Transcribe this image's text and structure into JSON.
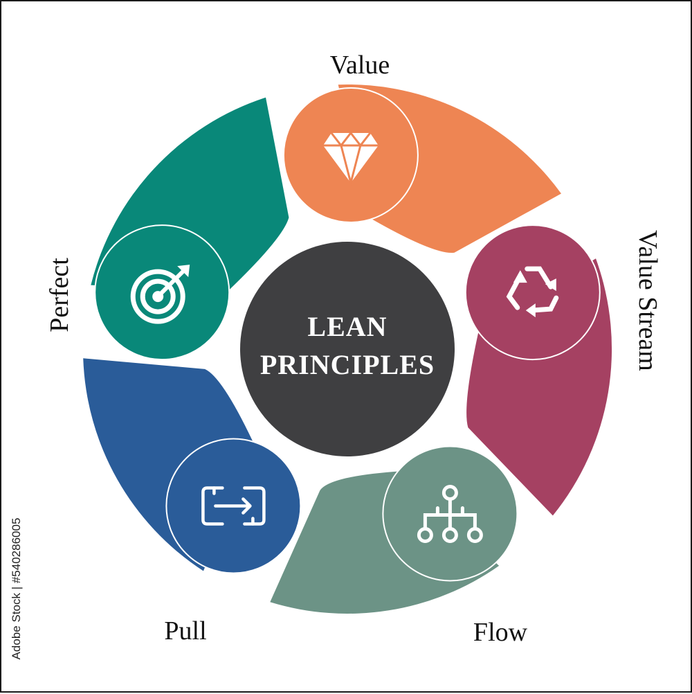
{
  "center": {
    "line1": "LEAN",
    "line2": "PRINCIPLES",
    "color": "#3f3f41"
  },
  "principles": [
    {
      "label": "Value",
      "icon": "diamond-icon",
      "color": "#ee8553"
    },
    {
      "label": "Value Stream",
      "icon": "recycle-icon",
      "color": "#a54162"
    },
    {
      "label": "Flow",
      "icon": "hierarchy-icon",
      "color": "#6c9386"
    },
    {
      "label": "Pull",
      "icon": "transfer-icon",
      "color": "#2a5c99"
    },
    {
      "label": "Perfect",
      "icon": "target-icon",
      "color": "#098879"
    }
  ],
  "watermark": {
    "stock_id": "Adobe Stock | #540286005"
  }
}
